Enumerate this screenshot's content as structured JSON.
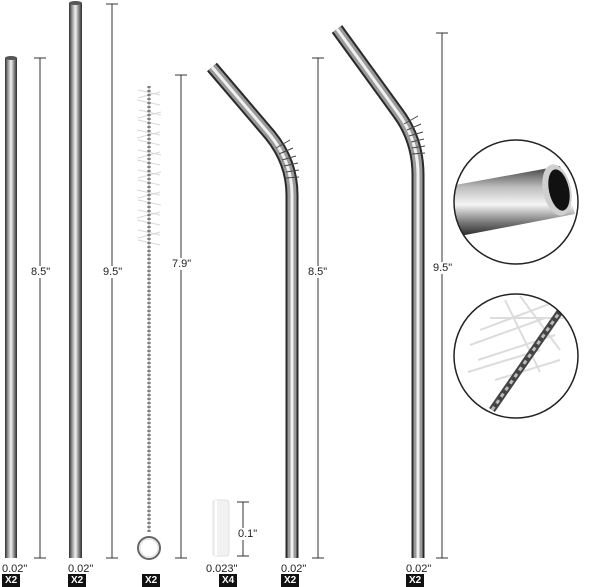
{
  "items": [
    {
      "length": "8.5\"",
      "diameter": "0.02\"",
      "quantity": "X2"
    },
    {
      "length": "9.5\"",
      "diameter": "0.02\"",
      "quantity": "X2"
    },
    {
      "length": "7.9\"",
      "quantity": "X2"
    },
    {
      "length": "0.1\"",
      "diameter": "0.023\"",
      "quantity": "X4"
    },
    {
      "length": "8.5\"",
      "diameter": "0.02\"",
      "quantity": "X2"
    },
    {
      "length": "9.5\"",
      "diameter": "0.02\"",
      "quantity": "X2"
    }
  ],
  "colors": {
    "steel_dark": "#3a3a3a",
    "steel_light": "#e8e8e8",
    "badge": "#111111"
  }
}
